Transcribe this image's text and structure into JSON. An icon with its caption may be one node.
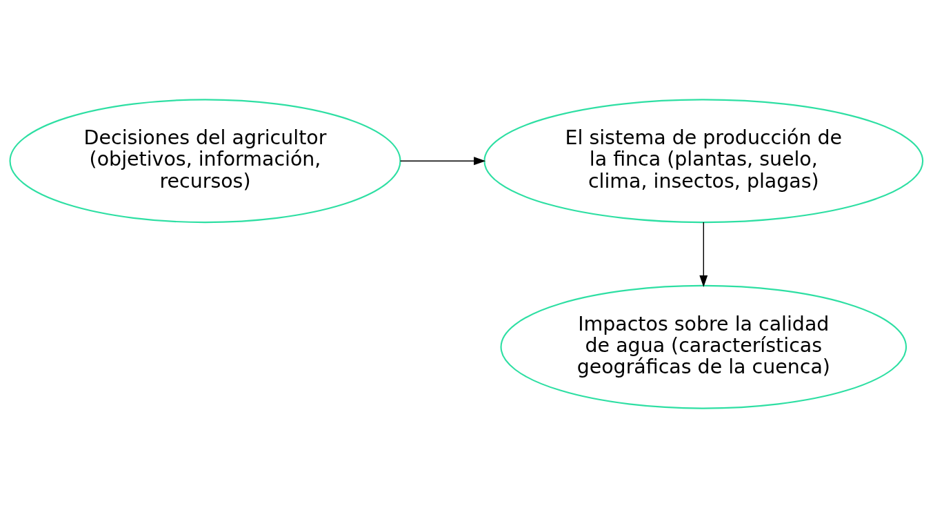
{
  "diagram": {
    "nodes": [
      {
        "text": [
          "El sistema de producción de la finca (plantas, suelo, clima, insectos, plagas)"
        ]
      },
      {
        "text": [
          "Decisiones del agricultor (objetivos, información, recursos)"
        ]
      },
      {
        "text": [
          "Impactos sobre la calidad de agua (características geográficas de la cuenca)"
        ]
      }
    ],
    "edges": [
      {
        "from": 1,
        "to": 0,
        "arrow": "to"
      },
      {
        "from": 0,
        "to": 2,
        "arrow": "to"
      }
    ]
  }
}
